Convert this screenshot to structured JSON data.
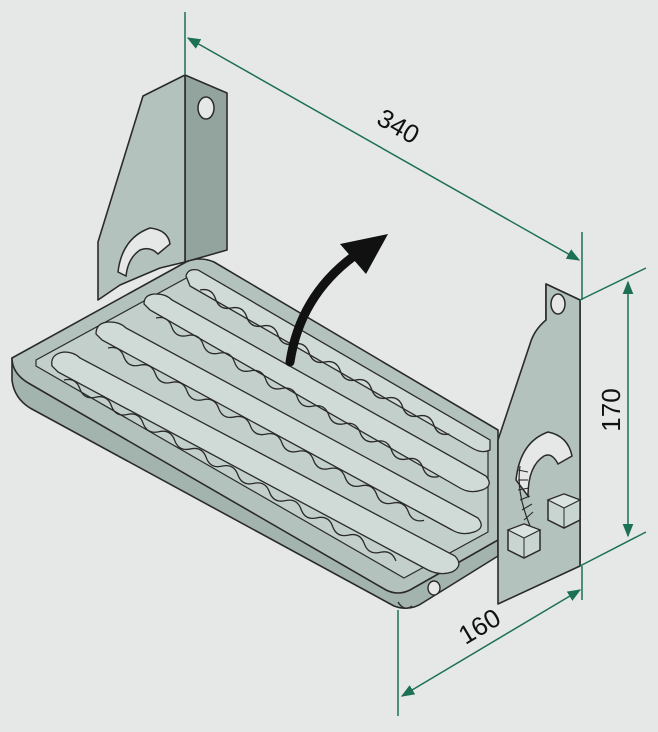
{
  "diagram": {
    "dimensions": {
      "length": {
        "value": "340"
      },
      "height": {
        "value": "170"
      },
      "depth": {
        "value": "160"
      }
    },
    "colors": {
      "background": "#e6e8e8",
      "metal": "#b3c2bd",
      "metal_light": "#c9d5d1",
      "metal_dark": "#93a49f",
      "outline": "#2a2a2a",
      "dimension_line": "#1c7054",
      "arrow": "#111111"
    }
  }
}
